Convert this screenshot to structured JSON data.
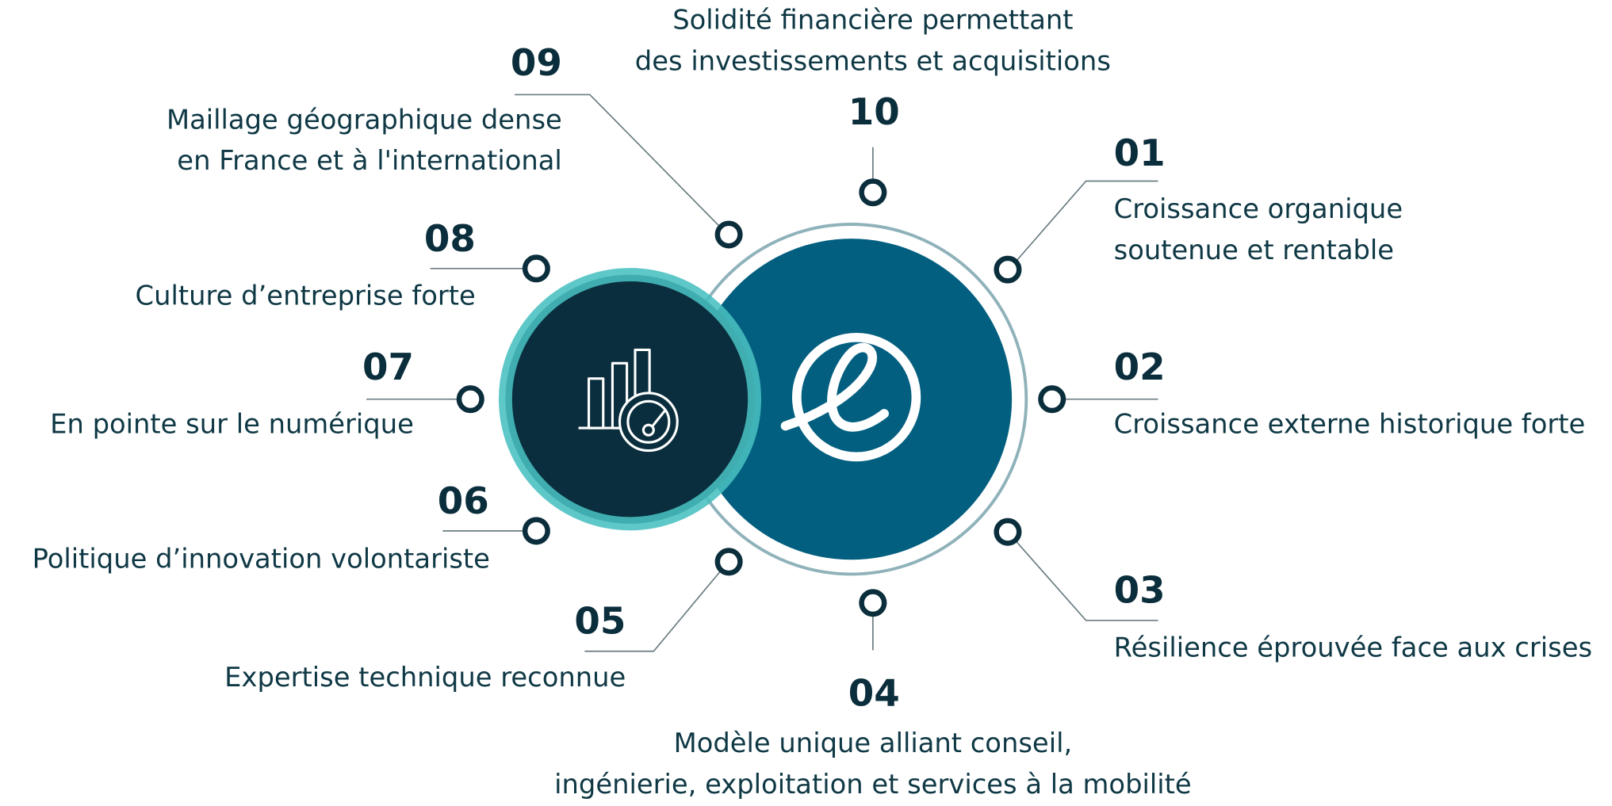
{
  "colors": {
    "dark": "#0a2e3d",
    "main": "#025f7f",
    "teal": "#48bfc0",
    "ring": "#8fb2ba",
    "node": "#0b2e3c",
    "text": "#0f3845"
  },
  "center_icons": [
    "bar-chart-gauge-icon",
    "e-logo-icon"
  ],
  "items": [
    {
      "number": "01",
      "lines": [
        "Croissance organique",
        "soutenue et rentable"
      ]
    },
    {
      "number": "02",
      "lines": [
        "Croissance externe historique forte"
      ]
    },
    {
      "number": "03",
      "lines": [
        "Résilience éprouvée face aux crises"
      ]
    },
    {
      "number": "04",
      "lines": [
        "Modèle unique alliant conseil,",
        "ingénierie, exploitation et services à la mobilité"
      ]
    },
    {
      "number": "05",
      "lines": [
        "Expertise technique reconnue"
      ]
    },
    {
      "number": "06",
      "lines": [
        "Politique d’innovation volontariste"
      ]
    },
    {
      "number": "07",
      "lines": [
        "En pointe sur le numérique"
      ]
    },
    {
      "number": "08",
      "lines": [
        "Culture d’entreprise forte"
      ]
    },
    {
      "number": "09",
      "lines": [
        "Maillage géographique dense",
        "en France et à l'international"
      ]
    },
    {
      "number": "10",
      "lines": [
        "Solidité financière permettant",
        "des investissements et acquisitions"
      ]
    }
  ]
}
